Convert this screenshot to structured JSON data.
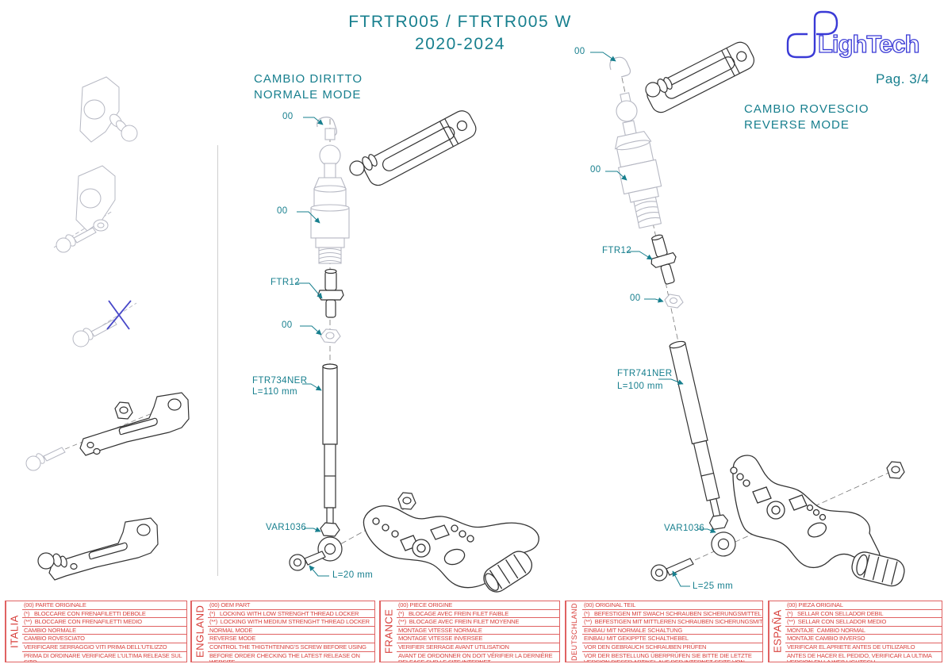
{
  "page": {
    "title_line1": "FTRTR005 / FTRTR005 W",
    "title_line2": "2020-2024",
    "page_number": "Pag. 3/4",
    "logo_text": "LighTech"
  },
  "colors": {
    "accent_teal": "#177f8e",
    "label_red": "#d8403c",
    "logo_blue": "#3a3ad6",
    "line_dark": "#2b2b2b",
    "line_gray": "#b6b8c3",
    "cross_blue": "#4747c8"
  },
  "diagrams": {
    "normal": {
      "title_line1": "CAMBIO DIRITTO",
      "title_line2": "NORMALE MODE",
      "labels": {
        "clip": "00",
        "shock": "00",
        "pin": "FTR12",
        "nut": "00",
        "rod_code": "FTR734NER",
        "rod_length": "L=110 mm",
        "rod_end": "VAR1036",
        "bolt_length": "L=20 mm"
      }
    },
    "reverse": {
      "title_line1": "CAMBIO ROVESCIO",
      "title_line2": "REVERSE MODE",
      "labels": {
        "clip": "00",
        "shock": "00",
        "pin": "FTR12",
        "washer": "00",
        "rod_code": "FTR741NER",
        "rod_length": "L=100 mm",
        "rod_end": "VAR1036",
        "bolt_length": "L=25 mm"
      }
    }
  },
  "footer": {
    "blocks": [
      {
        "country": "ITALIA",
        "rows": [
          "(00) PARTE ORIGINALE",
          "(*)   BLOCCARE CON FRENAFILETTI DEBOLE",
          "(**)  BLOCCARE CON FRENAFILETTI MEDIO",
          "CAMBIO NORMALE",
          "CAMBIO ROVESCIATO",
          "VERIFICARE SERRAGGIO VITI PRIMA DELL'UTILIZZO",
          "PRIMA DI ORDINARE VERIFICARE L'ULTIMA RELEASE SUL SITO"
        ]
      },
      {
        "country": "ENGLAND",
        "rows": [
          "(00) OEM PART",
          "(*)   LOCKING WITH LOW STRENGHT THREAD LOCKER",
          "(**)  LOCKING WITH MEDIUM STRENGHT THREAD LOCKER",
          "NORMAL MODE",
          "REVERSE MODE",
          "CONTROL THE THIGTHTENING'S SCREW BEFORE USING",
          "BEFORE ORDER CHECKING THE LATEST RELEASE ON WEBSITE"
        ]
      },
      {
        "country": "FRANCE",
        "rows": [
          "(00) PIECE ORIGINE",
          "(*)   BLOCAGE AVEC FREIN FILET FAIBLE",
          "(**)  BLOCAGE AVEC FREIN FILET MOYENNE",
          "MONTAGE VITESSE NORMALE",
          "MONTAGE VITESSE INVERSEE",
          "VERIFIER SERRAGE AVANT UTILISATION",
          "AVANT DE ORDONNER ON DOIT VÉRIFIER LA DERNIÈRE RELEASE SUR LE SITE INTERNET"
        ]
      },
      {
        "country": "DEUTSCHLAND",
        "rows": [
          "(00) ORIGINAL TEIL",
          "(*)   BEFESTIGEN MIT SWACH SCHRAUBEN SICHERUNGSMITTEL",
          "(**)  BEFESTIGEN MIT MITTLEREN SCHRAUBEN SICHERUNGSMITTEL",
          "EINBAU MIT NORMALE SCHALTUNG",
          "EINBAU MIT GEKIPPTE SCHALTHEBEL",
          "VOR DEN GEBRAUCH SCHRAUBEN PRÜFEN",
          "VOR DER BESTELLUNG ÜBERPRÜFEN SIE BITTE DIE LETZTE VERSION DIESER ARTIKEL AUF DER INTERNET SEITE VON LIGHTECH"
        ]
      },
      {
        "country": "ESPAÑA",
        "rows": [
          "(00) PIEZA ORIGINAL",
          "(*)   SELLAR CON SELLADOR DEBIL",
          "(**)  SELLAR CON SELLADOR MEDIO",
          "MONTAJE  CAMBIO NORMAL",
          "MONTAJE CAMBIO INVERSO",
          "VERIFICAR EL APRIETE ANTES DE UTILIZARLO",
          "ANTES DE HACER EL PEDIDO, VERIFICAR LA ULTIMA VERSION EN LA WEB LIGHTECH"
        ]
      }
    ]
  }
}
